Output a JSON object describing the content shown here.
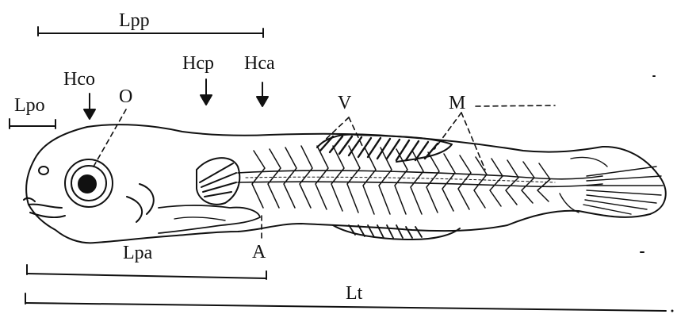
{
  "labels": {
    "lpp": "Lpp",
    "lpo": "Lpo",
    "hco": "Hco",
    "o": "O",
    "hcp": "Hcp",
    "hca": "Hca",
    "v": "V",
    "m": "M",
    "lpa": "Lpa",
    "a": "A",
    "lt": "Lt"
  },
  "colors": {
    "ink": "#111111",
    "background": "#ffffff"
  }
}
